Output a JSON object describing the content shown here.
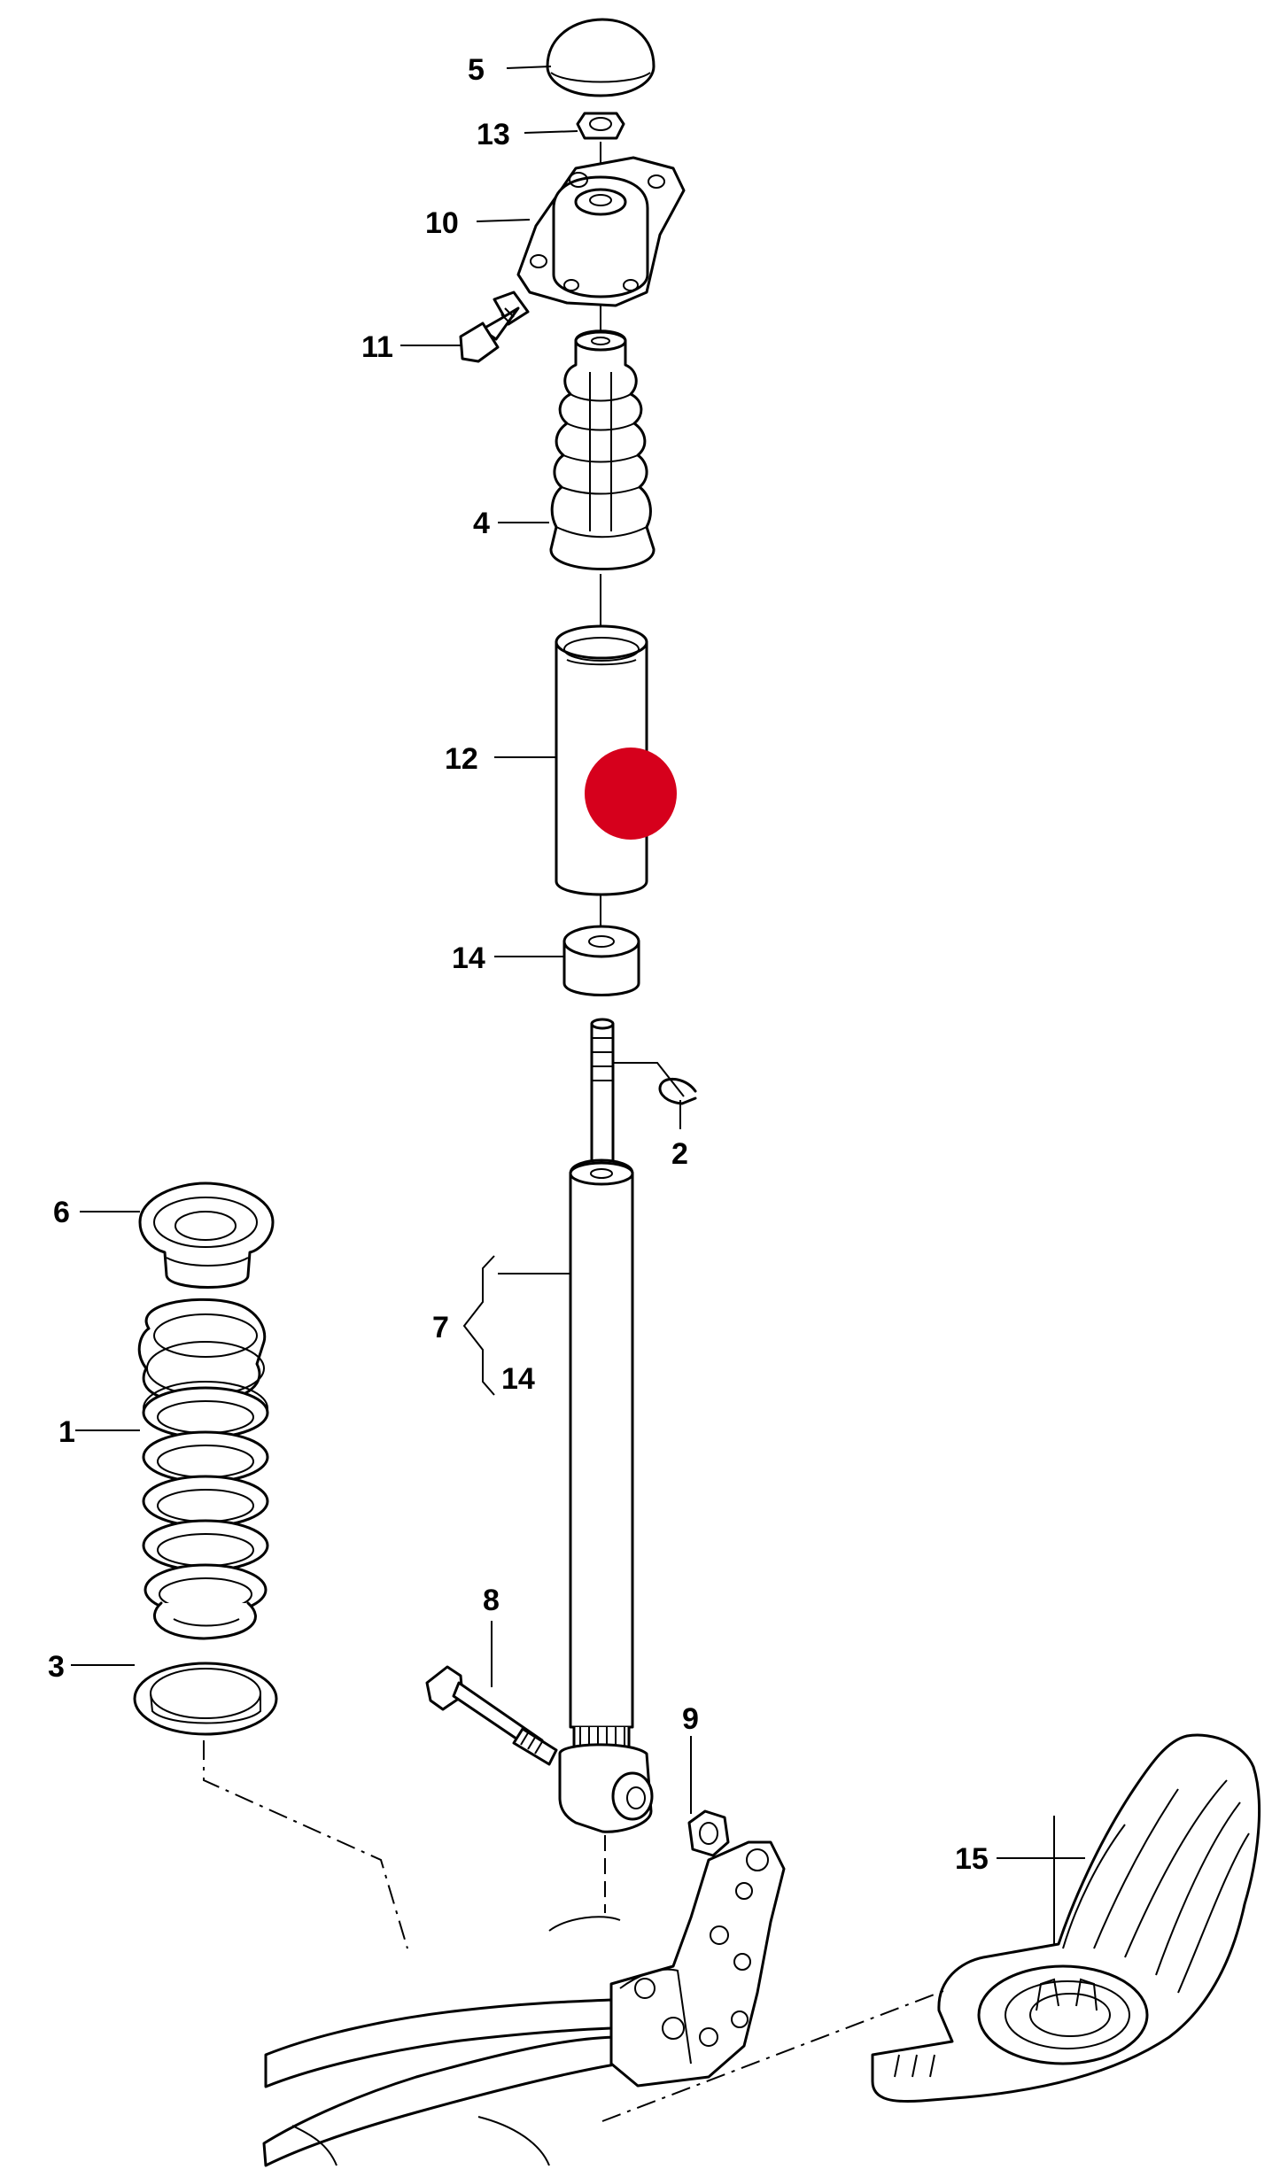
{
  "labels": {
    "p1": "1",
    "p2": "2",
    "p3": "3",
    "p4": "4",
    "p5": "5",
    "p6": "6",
    "p7": "7",
    "p7sub": "14",
    "p8": "8",
    "p9": "9",
    "p10": "10",
    "p11": "11",
    "p12": "12",
    "p13": "13",
    "p14": "14",
    "p15": "15"
  },
  "highlight": {
    "part": "12",
    "color": "#d6001c"
  }
}
